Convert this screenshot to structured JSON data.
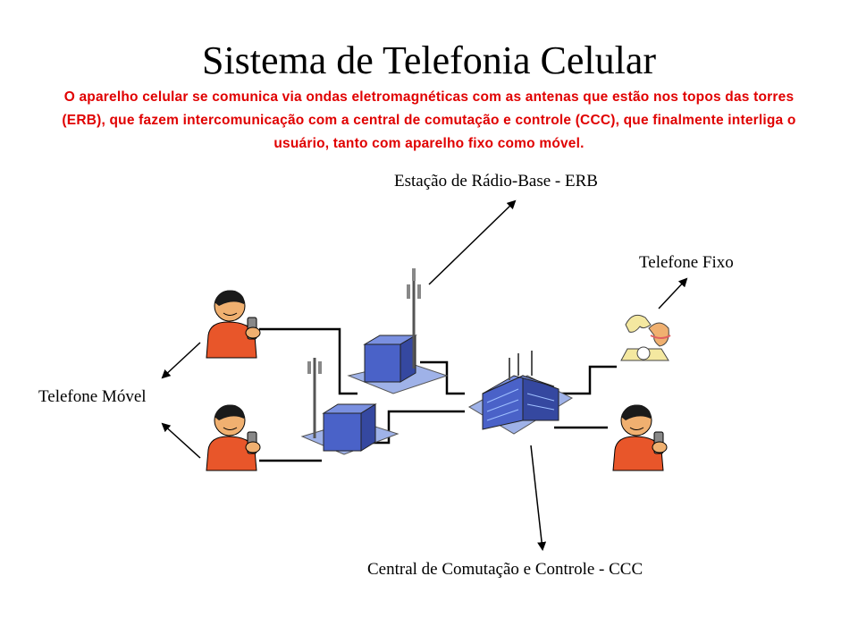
{
  "slide": {
    "title": "Sistema de Telefonia Celular",
    "description": "O aparelho celular se comunica via ondas eletromagnéticas com as antenas que estão nos topos das torres (ERB), que fazem intercomunicação com a central de comutação e controle (CCC), que finalmente interliga o usuário, tanto com aparelho fixo como  móvel."
  },
  "labels": {
    "erb": "Estação de Rádio-Base - ERB",
    "fixed_phone": "Telefone Fixo",
    "mobile_phone": "Telefone Móvel",
    "ccc": "Central de Comutação e Controle - CCC"
  },
  "colors": {
    "title": "#000000",
    "description": "#e00000",
    "skin": "#f0b070",
    "shirt": "#e8562a",
    "building": "#4a62c8",
    "base_plate": "#9fb2e8",
    "phone_body": "#f4e8a0"
  }
}
